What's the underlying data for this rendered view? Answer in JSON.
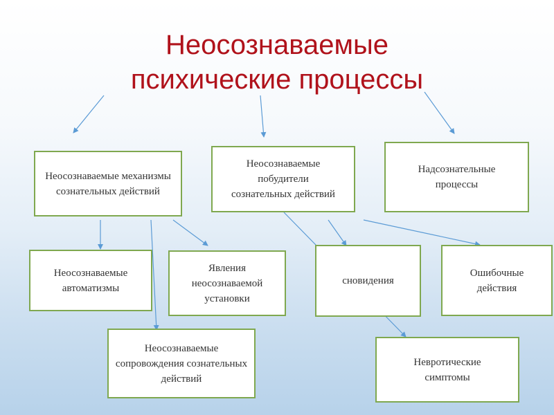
{
  "title": {
    "line1": "Неосознаваемые",
    "line2": "психические процессы"
  },
  "colors": {
    "title": "#b0121b",
    "box_border": "#7fa84f",
    "arrow": "#5b9bd5"
  },
  "boxes": {
    "mechanisms": "Неосознаваемые механизмы сознательных действий",
    "motives": "Неосознаваемые побудители сознательных действий",
    "supraconscious": "Надсознательные процессы",
    "automatisms": "Неосознаваемые автоматизмы",
    "set": "Явления неосознаваемой установки",
    "dreams": "сновидения",
    "errors": "Ошибочные действия",
    "accompaniments": "Неосознаваемые сопровождения сознательных действий",
    "neurotic": "Невротические симптомы"
  }
}
